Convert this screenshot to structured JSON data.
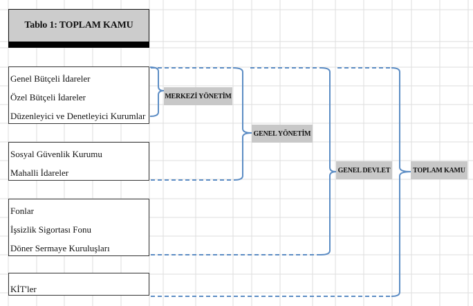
{
  "title": "Tablo 1: TOPLAM KAMU",
  "groups": [
    {
      "items": [
        "Genel Bütçeli İdareler",
        "Özel Bütçeli İdareler",
        "Düzenleyici ve Denetleyici Kurumlar"
      ]
    },
    {
      "items": [
        "Sosyal Güvenlik Kurumu",
        "Mahalli İdareler"
      ]
    },
    {
      "items": [
        "Fonlar",
        "İşsizlik Sigortası Fonu",
        "Döner Sermaye Kuruluşları"
      ]
    },
    {
      "items": [
        "KİT'ler"
      ]
    }
  ],
  "levels": {
    "merkezi": "MERKEZİ YÖNETİM",
    "genel_yonetim": "GENEL YÖNETİM",
    "genel_devlet": "GENEL DEVLET",
    "toplam_kamu": "TOPLAM KAMU"
  },
  "colors": {
    "connector": "#5b8cc4",
    "label_bg": "#c8c8c8",
    "title_bg": "#cccccc",
    "grid": "#dedede"
  }
}
